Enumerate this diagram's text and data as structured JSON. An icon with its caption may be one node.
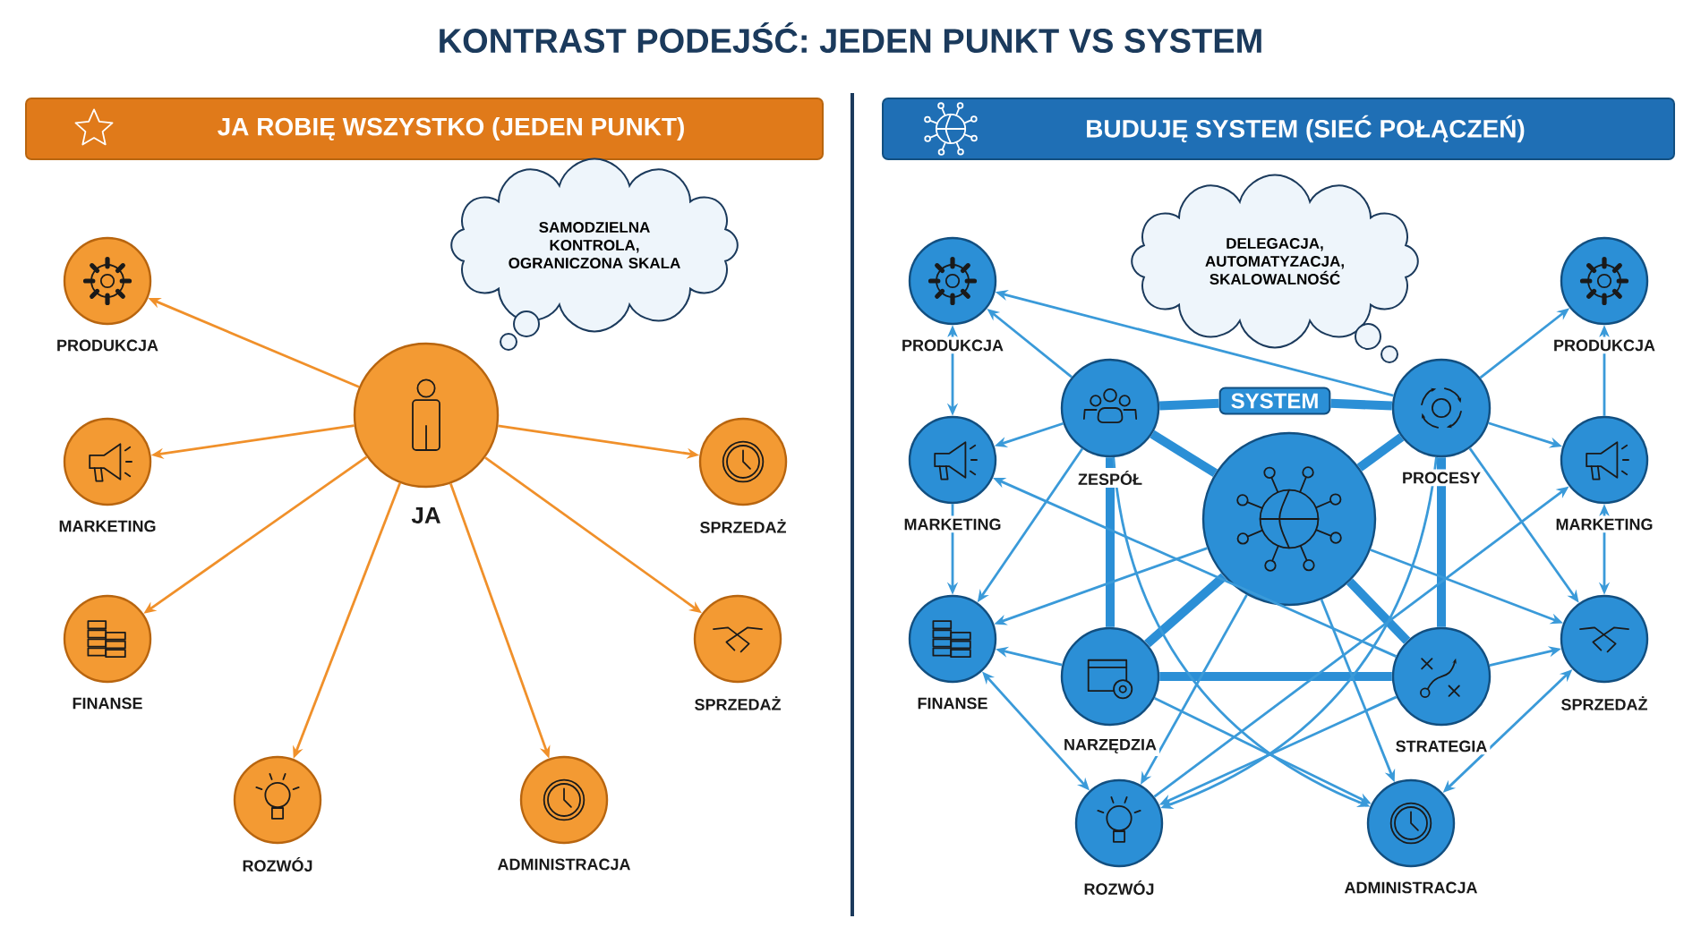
{
  "diagram": {
    "title": "KONTRAST PODEJŚĆ: JEDEN PUNKT VS SYSTEM",
    "nodes": [
      {
        "text": [
          "JA ROBIĘ WSZYSTKO (JEDEN PUNKT)"
        ]
      },
      {
        "text": [
          "SAMODZIELNA KONTROLA, OGRANICZONA SKALA"
        ]
      },
      {
        "text": [
          "JA"
        ]
      },
      {
        "text": [
          "PRODUKCJA"
        ]
      },
      {
        "text": [
          "MARKETING"
        ]
      },
      {
        "text": [
          "FINANSE"
        ]
      },
      {
        "text": [
          "ROZWÓJ"
        ]
      },
      {
        "text": [
          "ADMINISTRACJA"
        ]
      },
      {
        "text": [
          "SPRZEDAŻ"
        ]
      },
      {
        "text": [
          "SPRZEDAŻ"
        ]
      },
      {
        "text": [
          "BUDUJĘ SYSTEM (SIEĆ POŁĄCZEŃ)"
        ]
      },
      {
        "text": [
          "DELEGACJA, AUTOMATYZACJA, SKALOWALNOŚĆ"
        ]
      },
      {
        "text": [
          "SYSTEM"
        ]
      },
      {
        "text": [],
        "shape": "circle"
      },
      {
        "text": [
          "ZESPÓŁ"
        ]
      },
      {
        "text": [
          "PROCESY"
        ]
      },
      {
        "text": [
          "NARZĘDZIA"
        ]
      },
      {
        "text": [
          "STRATEGIA"
        ]
      },
      {
        "text": [
          "PRODUKCJA"
        ]
      },
      {
        "text": [
          "MARKETING"
        ]
      },
      {
        "text": [
          "FINANSE"
        ]
      },
      {
        "text": [
          "ROZWÓJ"
        ]
      },
      {
        "text": [
          "ADMINISTRACJA"
        ]
      },
      {
        "text": [
          "SPRZEDAŻ"
        ]
      },
      {
        "text": [
          "MARKETING"
        ]
      },
      {
        "text": [
          "PRODUKCJA"
        ]
      }
    ],
    "edges": [
      {
        "from": 2,
        "to": 3,
        "arrow": "to",
        "color": "#f0902a"
      },
      {
        "from": 2,
        "to": 4,
        "arrow": "to",
        "color": "#f0902a"
      },
      {
        "from": 2,
        "to": 5,
        "arrow": "to",
        "color": "#f0902a"
      },
      {
        "from": 2,
        "to": 6,
        "arrow": "to",
        "color": "#f0902a"
      },
      {
        "from": 2,
        "to": 7,
        "arrow": "to",
        "color": "#f0902a"
      },
      {
        "from": 2,
        "to": 8,
        "arrow": "to",
        "color": "#f0902a"
      },
      {
        "from": 2,
        "to": 9,
        "arrow": "to",
        "color": "#f0902a"
      },
      {
        "from": 14,
        "to": 12,
        "arrow": "none",
        "style": "thick"
      },
      {
        "from": 12,
        "to": 15,
        "arrow": "none",
        "style": "thick"
      },
      {
        "from": 14,
        "to": 13,
        "arrow": "none",
        "style": "thick"
      },
      {
        "from": 15,
        "to": 13,
        "arrow": "none",
        "style": "thick"
      },
      {
        "from": 16,
        "to": 13,
        "arrow": "none",
        "style": "thick"
      },
      {
        "from": 17,
        "to": 13,
        "arrow": "none",
        "style": "thick"
      },
      {
        "from": 16,
        "to": 17,
        "arrow": "none",
        "style": "thick"
      },
      {
        "from": 14,
        "to": 16,
        "arrow": "none",
        "style": "thick"
      },
      {
        "from": 15,
        "to": 17,
        "arrow": "none",
        "style": "thick"
      },
      {
        "from": 18,
        "to": 19,
        "arrow": "both"
      },
      {
        "from": 19,
        "to": 20,
        "arrow": "to"
      },
      {
        "from": 20,
        "to": 21,
        "arrow": "both"
      },
      {
        "from": 22,
        "to": 23,
        "arrow": "both"
      },
      {
        "from": 24,
        "to": 23,
        "arrow": "both"
      },
      {
        "from": 24,
        "to": 25,
        "arrow": "to"
      },
      {
        "from": 14,
        "to": 18,
        "arrow": "to"
      },
      {
        "from": 15,
        "to": 18,
        "arrow": "to"
      },
      {
        "from": 14,
        "to": 19,
        "arrow": "to"
      },
      {
        "from": 15,
        "to": 25,
        "arrow": "to"
      },
      {
        "from": 15,
        "to": 24,
        "arrow": "to"
      },
      {
        "from": 16,
        "to": 20,
        "arrow": "to"
      },
      {
        "from": 17,
        "to": 23,
        "arrow": "to"
      },
      {
        "from": 14,
        "to": 22,
        "arrow": "to"
      },
      {
        "from": 15,
        "to": 21,
        "arrow": "to"
      },
      {
        "from": 16,
        "to": 22,
        "arrow": "to"
      },
      {
        "from": 17,
        "to": 21,
        "arrow": "to"
      },
      {
        "from": 13,
        "to": 21,
        "arrow": "to"
      },
      {
        "from": 13,
        "to": 22,
        "arrow": "to"
      },
      {
        "from": 13,
        "to": 20,
        "arrow": "to"
      },
      {
        "from": 13,
        "to": 23,
        "arrow": "to"
      },
      {
        "from": 21,
        "to": 24,
        "arrow": "to"
      },
      {
        "from": 17,
        "to": 19,
        "arrow": "to"
      },
      {
        "from": 14,
        "to": 20,
        "arrow": "to"
      },
      {
        "from": 15,
        "to": 23,
        "arrow": "to"
      }
    ]
  }
}
